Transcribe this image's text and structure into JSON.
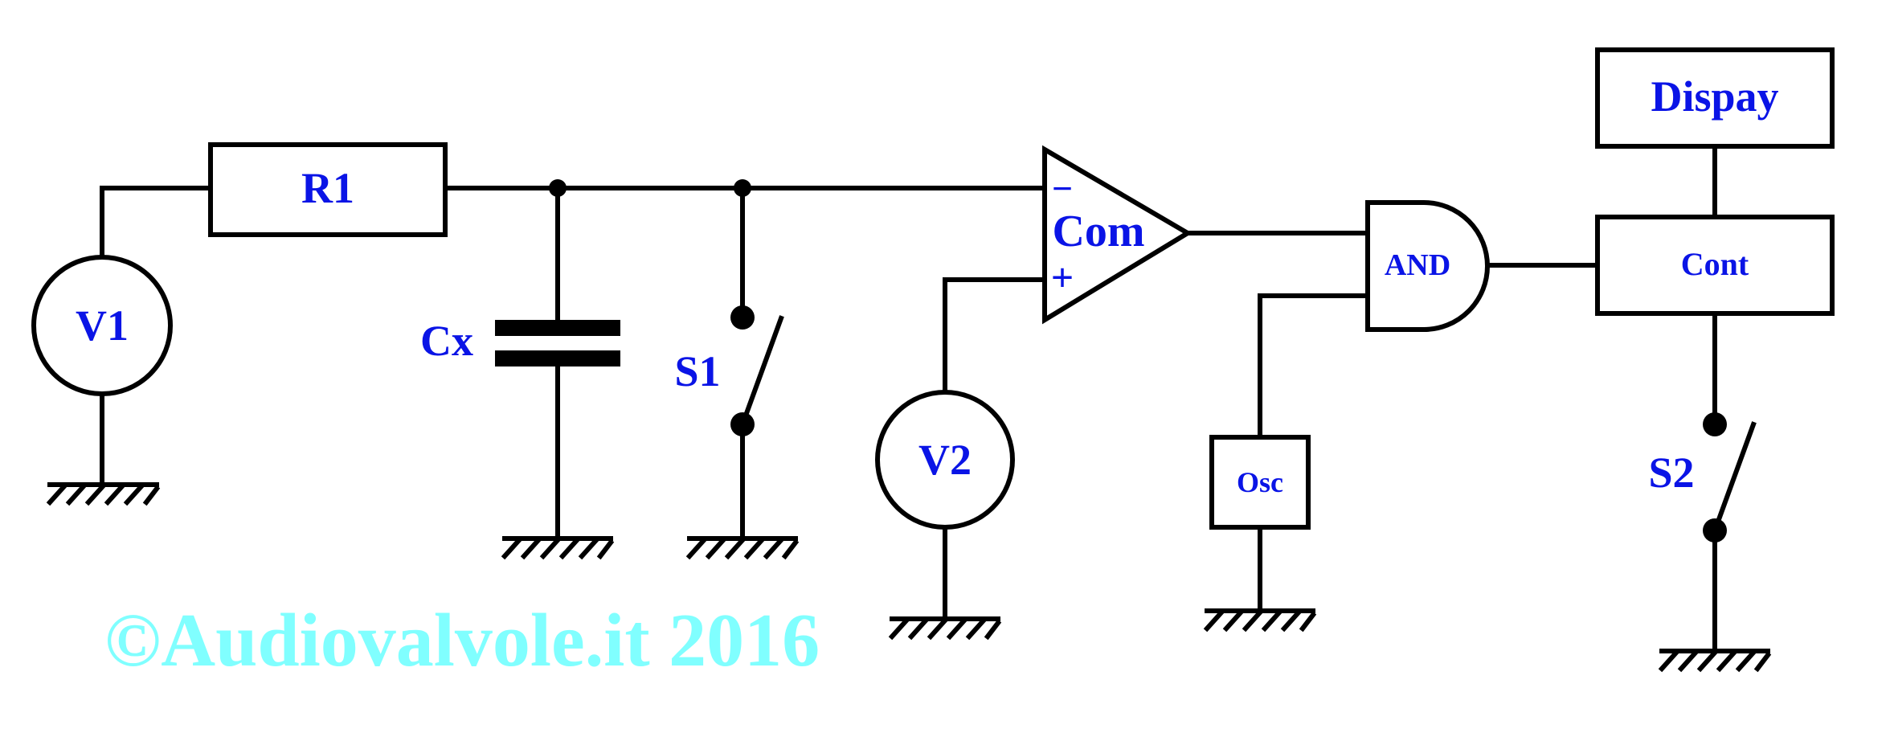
{
  "labels": {
    "v1": "V1",
    "r1": "R1",
    "cx": "Cx",
    "s1": "S1",
    "v2": "V2",
    "com": "Com",
    "com_minus": "−",
    "com_plus": "+",
    "and": "AND",
    "osc": "Osc",
    "cont": "Cont",
    "display": "Dispay",
    "s2": "S2"
  },
  "watermark": "©Audiovalvole.it 2016",
  "colors": {
    "label": "#0a14e6",
    "watermark": "#80ffff",
    "line": "#000000"
  }
}
